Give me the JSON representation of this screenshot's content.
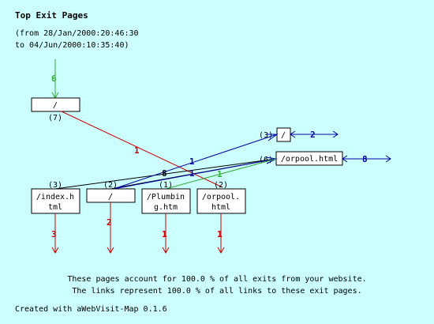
{
  "header": {
    "title": "Top Exit Pages",
    "range_line1": "(from 28/Jan/2000:20:46:30",
    "range_line2": "to 04/Jun/2000:10:35:40)"
  },
  "nodes": {
    "root": {
      "label": "/",
      "count": "(7)"
    },
    "slash_right": {
      "label": "/",
      "count": "(3)"
    },
    "orpool_right": {
      "label": "/orpool.html",
      "count": "(6)"
    },
    "index": {
      "label1": "/index.h",
      "label2": "tml",
      "count": "(3)"
    },
    "slash_bottom": {
      "label": "/",
      "count": "(2)"
    },
    "plumbing": {
      "label1": "/Plumbin",
      "label2": "g.htm",
      "count": "(1)"
    },
    "orpool_bottom": {
      "label1": "/orpool.",
      "label2": "html",
      "count": "(2)"
    }
  },
  "edge_labels": {
    "entry_root": "6",
    "root_orpool_bottom": "1",
    "slash_right_out": "2",
    "orpool_right_out": "8",
    "blue_to_slash_right": "1",
    "mid_8": "8",
    "mid_blue_1": "1",
    "green_1": "1",
    "exit_index": "3",
    "exit_slash": "2",
    "exit_plumbing": "1",
    "exit_orpool": "1"
  },
  "colors": {
    "background": "#ccffff",
    "green": "#33aa33",
    "red": "#cc0000",
    "blue": "#0000aa",
    "black": "#000000"
  },
  "footer": {
    "line1": "These pages account for 100.0 % of all exits from your website.",
    "line2": "The links represent 100.0 % of all links to these exit pages.",
    "credit": "Created with aWebVisit-Map 0.1.6"
  }
}
